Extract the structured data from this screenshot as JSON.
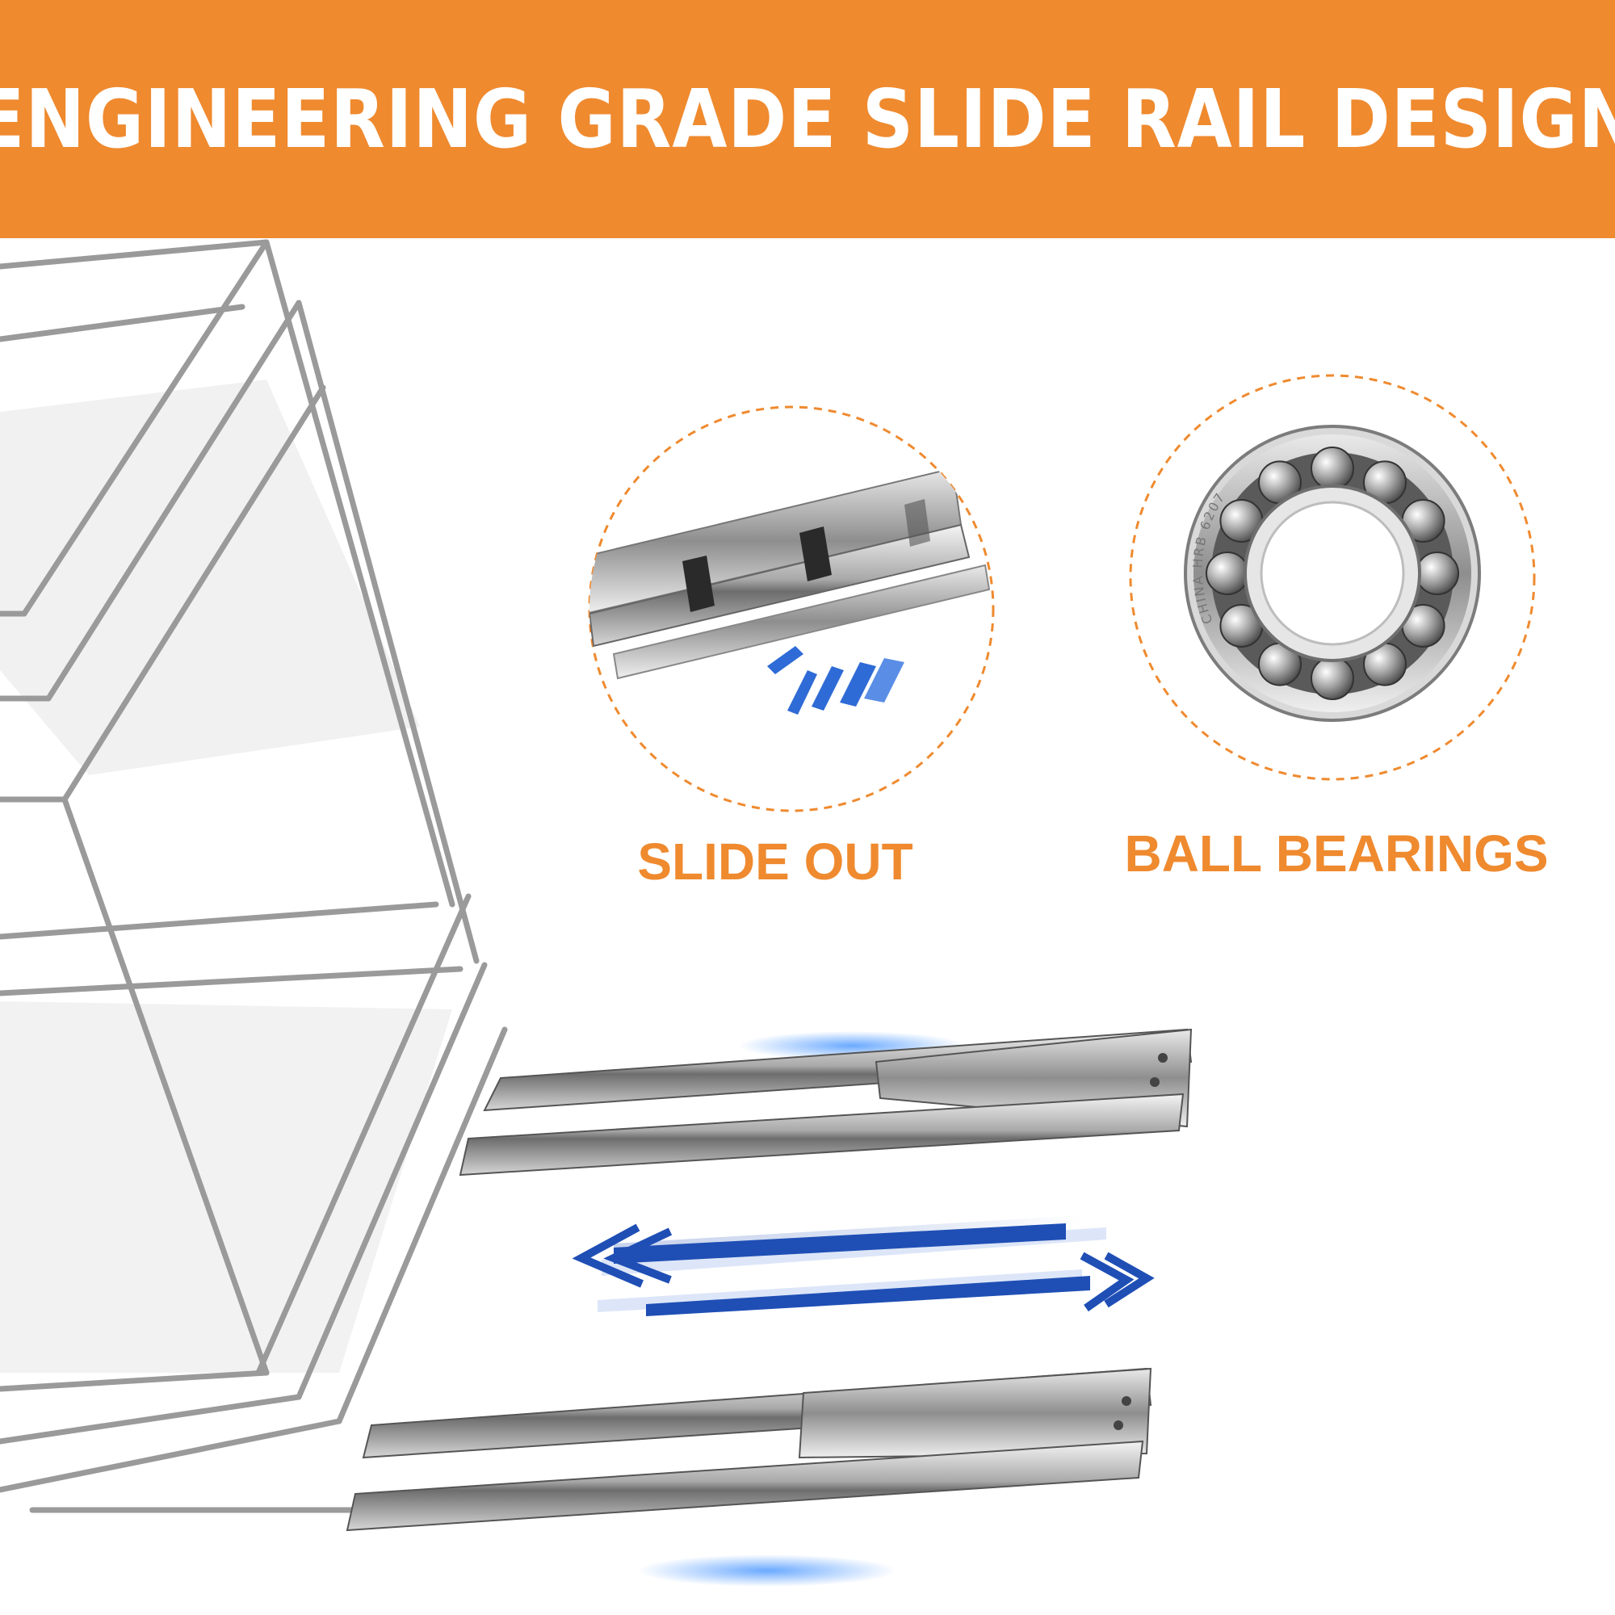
{
  "banner": {
    "title": "ENGINEERING GRADE SLIDE RAIL DESIGN",
    "color": "#ef8a2f"
  },
  "features": [
    {
      "label": "SLIDE OUT",
      "icon": "slide-rail-closeup-icon"
    },
    {
      "label": "BALL BEARINGS",
      "icon": "ball-bearing-icon"
    }
  ],
  "bearing": {
    "marking": "CHINA HRB 6207"
  },
  "accent_color": "#ef8a2f",
  "arrow_color": "#1f4fb5"
}
